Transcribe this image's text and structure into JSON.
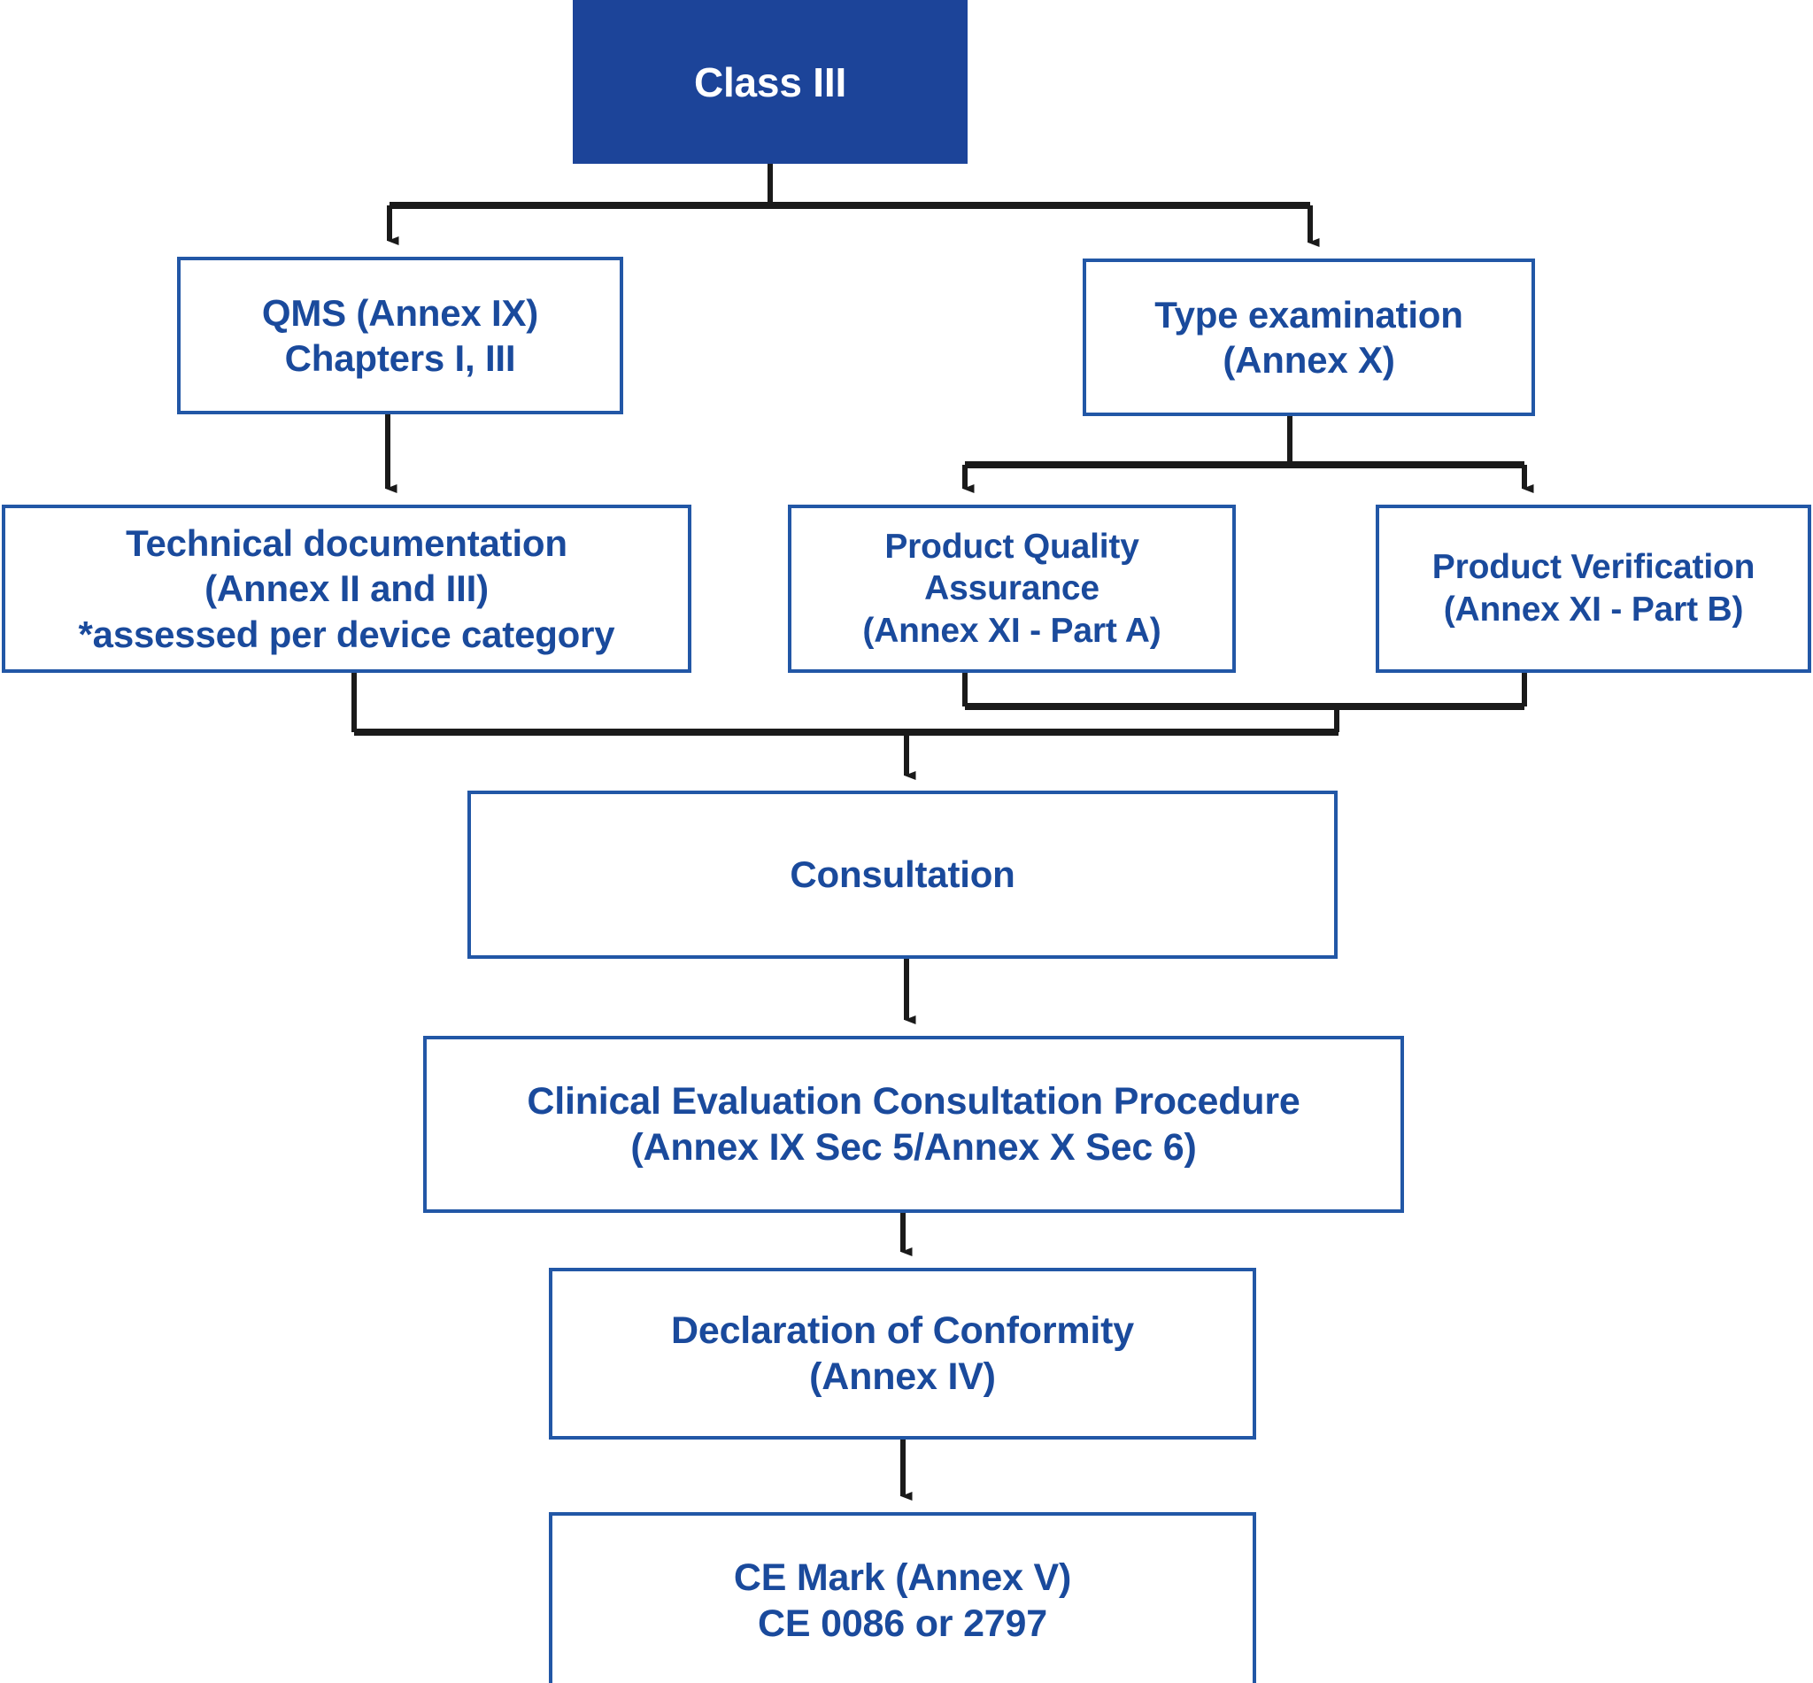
{
  "diagram": {
    "title": "Class III conformity assessment routes",
    "colors": {
      "node_fill": "#FFFFFF",
      "node_border": "#2257A6",
      "node_text": "#1A4A9C",
      "root_fill": "#1C4499",
      "root_text": "#FFFFFF",
      "connector": "#1A1A1A",
      "background": "#FFFFFF"
    },
    "nodes": {
      "class3": {
        "label": "Class III"
      },
      "qms": {
        "label": "QMS (Annex IX)\nChapters I, III"
      },
      "type_examination": {
        "label": "Type examination\n(Annex X)"
      },
      "technical_documentation": {
        "label": "Technical documentation\n(Annex II and III)\n*assessed per device category"
      },
      "product_quality_assurance": {
        "label": "Product Quality\nAssurance\n(Annex XI - Part A)"
      },
      "product_verification": {
        "label": "Product Verification\n(Annex XI - Part B)"
      },
      "consultation": {
        "label": "Consultation"
      },
      "clinical_evaluation": {
        "label": "Clinical Evaluation Consultation Procedure\n(Annex IX Sec 5/Annex X Sec 6)"
      },
      "declaration_of_conformity": {
        "label": "Declaration of Conformity\n(Annex IV)"
      },
      "ce_mark": {
        "label": "CE Mark (Annex V)\nCE 0086 or 2797"
      }
    },
    "edges": [
      {
        "from": "class3",
        "to": "qms"
      },
      {
        "from": "class3",
        "to": "type_examination"
      },
      {
        "from": "qms",
        "to": "technical_documentation"
      },
      {
        "from": "type_examination",
        "to": "product_quality_assurance"
      },
      {
        "from": "type_examination",
        "to": "product_verification"
      },
      {
        "from": "technical_documentation",
        "to": "consultation"
      },
      {
        "from": "product_quality_assurance",
        "to": "consultation"
      },
      {
        "from": "product_verification",
        "to": "consultation"
      },
      {
        "from": "consultation",
        "to": "clinical_evaluation"
      },
      {
        "from": "clinical_evaluation",
        "to": "declaration_of_conformity"
      },
      {
        "from": "declaration_of_conformity",
        "to": "ce_mark"
      }
    ]
  }
}
